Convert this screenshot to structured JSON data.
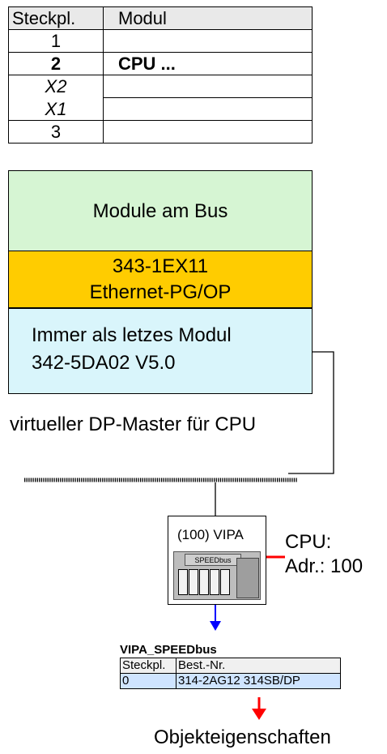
{
  "slot_table": {
    "headers": [
      "Steckpl.",
      "Modul"
    ],
    "rows": [
      {
        "slot": "1",
        "module": ""
      },
      {
        "slot": "2",
        "module": "CPU ..."
      },
      {
        "slot": "X2",
        "module": ""
      },
      {
        "slot": "X1",
        "module": ""
      },
      {
        "slot": "3",
        "module": ""
      }
    ]
  },
  "blocks": {
    "module_bus": "Module am Bus",
    "ethernet_line1": "343-1EX11",
    "ethernet_line2": "Ethernet-PG/OP",
    "last_module_line1": "Immer als letzes Modul",
    "last_module_line2": "342-5DA02 V5.0"
  },
  "virtual_master": "virtueller DP-Master für CPU",
  "cpu_station": {
    "label": "(100) VIPA",
    "bus_label": "SPEEDbus"
  },
  "cpu_address": {
    "line1": "CPU:",
    "line2": "Adr.: 100"
  },
  "detail_table": {
    "title": "VIPA_SPEEDbus",
    "headers": [
      "Steckpl.",
      "Best.-Nr."
    ],
    "row": {
      "slot": "0",
      "order_no": "314-2AG12 314SB/DP"
    }
  },
  "footer_label": "Objekteigenschaften",
  "colors": {
    "module_bus_bg": "#d6f5d3",
    "ethernet_bg": "#ffcc00",
    "last_module_bg": "#d9f5fb",
    "arrow_red": "#ff0000",
    "arrow_blue": "#0000ff"
  }
}
